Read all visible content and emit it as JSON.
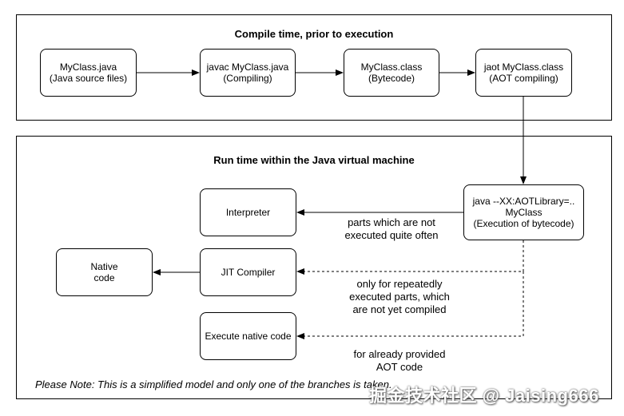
{
  "compile_frame": {
    "title": "Compile time, prior to execution"
  },
  "runtime_frame": {
    "title": "Run time within the Java virtual machine"
  },
  "nodes": {
    "source": {
      "line1": "MyClass.java",
      "line2": "(Java source files)"
    },
    "javac": {
      "line1": "javac MyClass.java",
      "line2": "(Compiling)"
    },
    "bytecode": {
      "line1": "MyClass.class",
      "line2": "(Bytecode)"
    },
    "jaot": {
      "line1": "jaot MyClass.class",
      "line2": "(AOT compiling)"
    },
    "java_exec": {
      "line1": "java --XX:AOTLibrary=..",
      "line2": "MyClass",
      "line3": "(Execution of bytecode)"
    },
    "interpreter": {
      "line1": "Interpreter"
    },
    "jit": {
      "line1": "JIT Compiler"
    },
    "native_code": {
      "line1": "Native",
      "line2": "code"
    },
    "exec_native": {
      "line1": "Execute native code"
    }
  },
  "edge_labels": {
    "interpreter": {
      "line1": "parts which are not",
      "line2": "executed quite often"
    },
    "jit": {
      "line1": "only for repeatedly",
      "line2": "executed parts, which",
      "line3": "are not yet compiled"
    },
    "exec_native": {
      "line1": "for already provided",
      "line2": "AOT code"
    }
  },
  "note": "Please Note: This is a simplified model and only one of the branches is taken.",
  "watermark": "掘金技术社区 @ Jaising666"
}
